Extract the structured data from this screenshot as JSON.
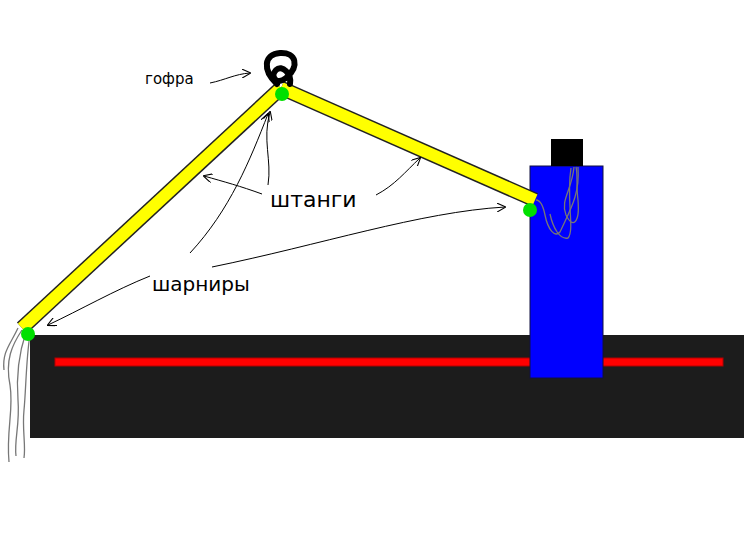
{
  "diagram": {
    "labels": [
      "гофра",
      "штанги",
      "шарниры"
    ]
  }
}
